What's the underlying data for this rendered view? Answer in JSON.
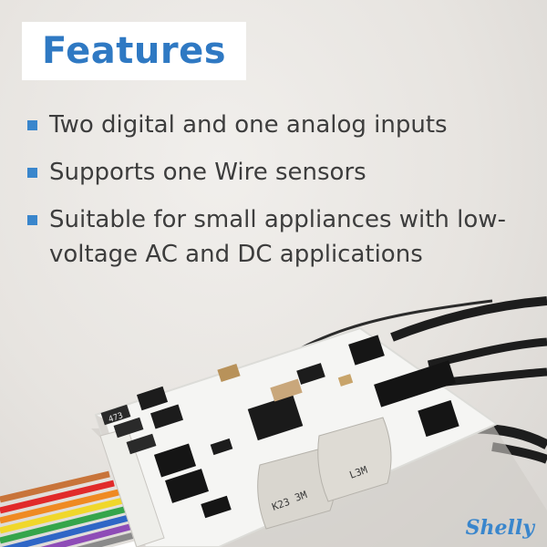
{
  "title": "Features",
  "features": [
    "Two digital and one analog inputs",
    "Supports one Wire sensors",
    "Suitable for small appliances with low-voltage AC and DC applications"
  ],
  "board": {
    "chip_label_1": "473",
    "chip_label_2": "L3M",
    "chip_label_3": "K23",
    "chip_label_4": "3M"
  },
  "brand": "Shelly",
  "colors": {
    "accent": "#2f79c3",
    "text": "#3d3d3d",
    "board": "#f4f4f2"
  }
}
